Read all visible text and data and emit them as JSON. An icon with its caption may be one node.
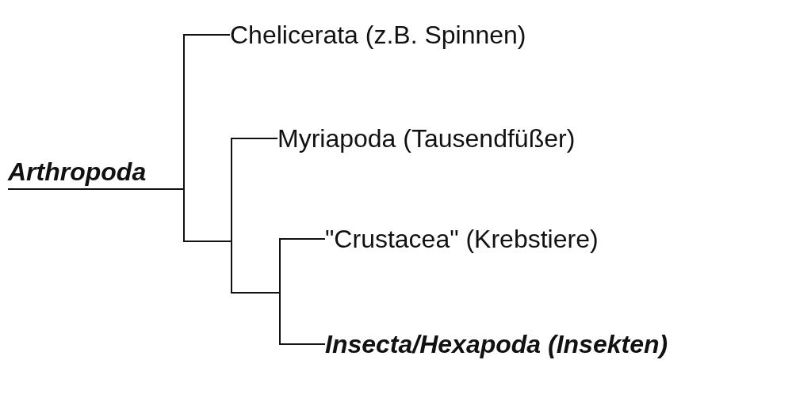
{
  "diagram": {
    "nodes": [
      {
        "text": [
          "Arthropoda"
        ]
      },
      {
        "text": [
          "Chelicerata (z.B. Spinnen)"
        ]
      },
      {
        "text": [
          "Myriapoda (Tausendfüßer)"
        ]
      },
      {
        "text": [
          "\"Crustacea\" (Krebstiere)"
        ]
      },
      {
        "text": [
          "Insecta/Hexapoda (Insekten)"
        ]
      }
    ],
    "edges": [
      {
        "from": 0,
        "to": 1,
        "arrow": "none"
      },
      {
        "from": 0,
        "to": 2,
        "arrow": "none"
      },
      {
        "from": 0,
        "to": 3,
        "arrow": "none"
      },
      {
        "from": 0,
        "to": 4,
        "arrow": "none"
      }
    ]
  }
}
